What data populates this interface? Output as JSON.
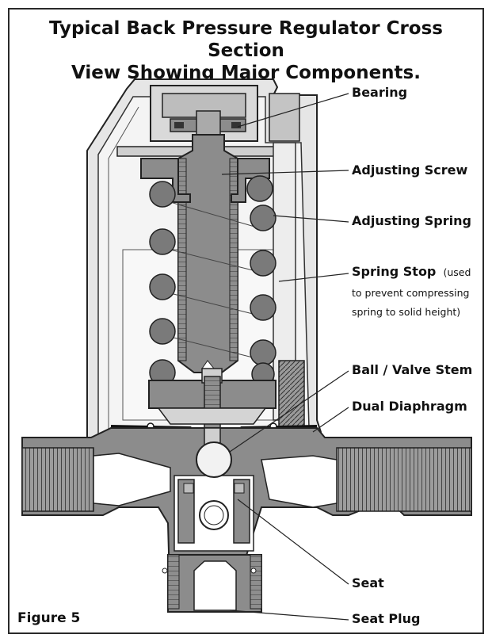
{
  "title_line1": "Typical Back Pressure Regulator Cross Section",
  "title_line2": "View Showing Major Components.",
  "figure_label": "Figure 5",
  "labels": {
    "bearing": "Bearing",
    "adjusting_screw": "Adjusting Screw",
    "adjusting_spring": "Adjusting Spring",
    "spring_stop": "Spring Stop",
    "spring_stop_note1": "(used",
    "spring_stop_note2": "to prevent compressing",
    "spring_stop_note3": "spring to solid height)",
    "ball_valve_stem": "Ball / Valve Stem",
    "dual_diaphragm": "Dual Diaphragm",
    "seat": "Seat",
    "seat_plug": "Seat Plug"
  },
  "colors": {
    "body_gray": "#8c8c8c",
    "light_gray": "#cfcfcf",
    "outline": "#222222",
    "spring_coil": "#7a7a7a"
  }
}
